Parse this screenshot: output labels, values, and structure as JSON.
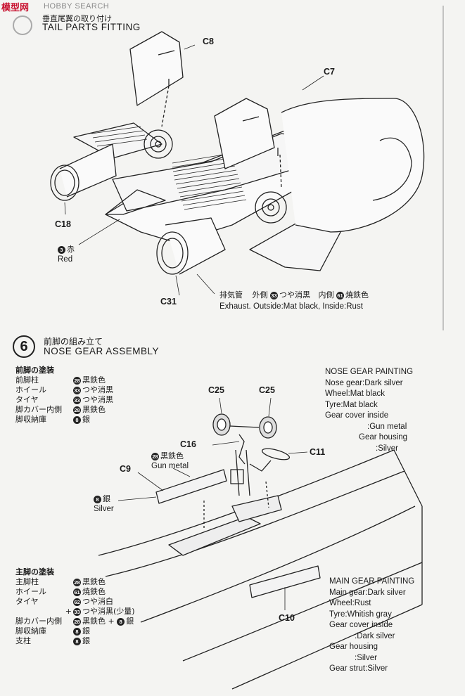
{
  "watermark": {
    "logo_text": "模型网",
    "subtitle": "HOBBY SEARCH"
  },
  "step5": {
    "title_jp": "垂直尾翼の取り付け",
    "title_en": "TAIL PARTS FITTING",
    "parts": {
      "c8": "C8",
      "c7": "C7",
      "c18": "C18",
      "c31": "C31"
    },
    "red_note": {
      "num": "3",
      "jp": "赤",
      "en": "Red"
    },
    "exhaust": {
      "jp_label": "排気管",
      "jp_outside": "外側",
      "outside_num": "33",
      "outside_jp": "つや消黒",
      "jp_inside": "内側",
      "inside_num": "61",
      "inside_jp": "焼鉄色",
      "en": "Exhaust. Outside:Mat black, Inside:Rust"
    }
  },
  "step6": {
    "number": "6",
    "title_jp": "前脚の組み立て",
    "title_en": "NOSE GEAR ASSEMBLY",
    "nose_paint_jp": {
      "heading": "前脚の塗装",
      "rows": [
        {
          "k": "前脚柱",
          "num": "28",
          "v": "黒鉄色"
        },
        {
          "k": "ホイール",
          "num": "33",
          "v": "つや消黒"
        },
        {
          "k": "タイヤ",
          "num": "33",
          "v": "つや消黒"
        },
        {
          "k": "脚カバー内側",
          "num": "28",
          "v": "黒鉄色"
        },
        {
          "k": "脚収納庫",
          "num": "8",
          "v": "銀"
        }
      ]
    },
    "nose_paint_en": {
      "heading": "NOSE GEAR PAINTING",
      "lines": [
        "Nose gear:Dark silver",
        "Wheel:Mat black",
        "Tyre:Mat black",
        "Gear cover inside",
        ":Gun metal",
        "Gear housing",
        ":Silver"
      ]
    },
    "parts": {
      "c25a": "C25",
      "c25b": "C25",
      "c16": "C16",
      "c11": "C11",
      "c9": "C9",
      "c10": "C10"
    },
    "gun_metal": {
      "num": "28",
      "jp": "黒鉄色",
      "en": "Gun metal"
    },
    "silver": {
      "num": "8",
      "jp": "銀",
      "en": "Silver"
    },
    "main_paint_jp": {
      "heading": "主脚の塗装",
      "rows": [
        {
          "k": "主脚柱",
          "num": "28",
          "v": "黒鉄色"
        },
        {
          "k": "ホイール",
          "num": "61",
          "v": "焼鉄色"
        },
        {
          "k": "タイヤ",
          "num": "62",
          "v": "つや消白"
        },
        {
          "k": "",
          "prefix": "+",
          "num": "33",
          "v": "つや消黒(少量)"
        },
        {
          "k": "脚カバー内側",
          "num": "28",
          "v": "黒鉄色",
          "plus_num": "8",
          "plus_v": "銀"
        },
        {
          "k": "脚収納庫",
          "num": "8",
          "v": "銀"
        },
        {
          "k": "支柱",
          "num": "8",
          "v": "銀"
        }
      ]
    },
    "main_paint_en": {
      "heading": "MAIN GEAR PAINTING",
      "lines": [
        "Main gear:Dark silver",
        "Wheel:Rust",
        "Tyre:Whitish gray",
        "Gear cover inside",
        ":Dark silver",
        "Gear housing",
        ":Silver",
        "Gear strut:Silver"
      ]
    }
  }
}
